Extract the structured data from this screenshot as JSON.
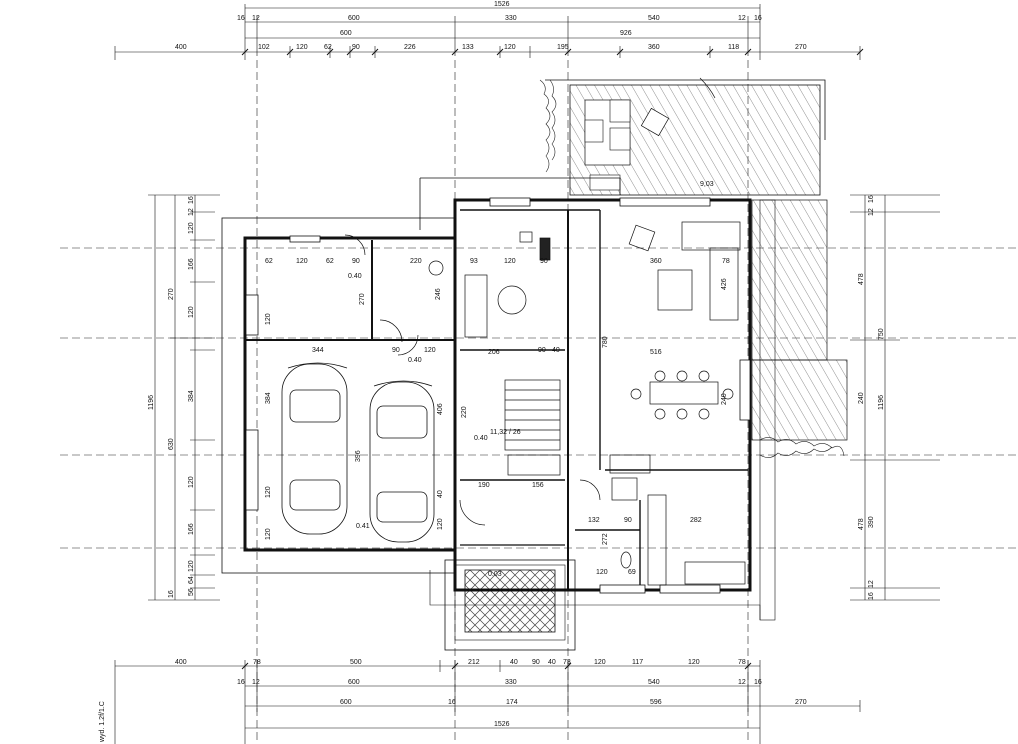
{
  "dims": {
    "top": {
      "row1": [
        "1526"
      ],
      "row2": [
        "16",
        "12",
        "600",
        "330",
        "540",
        "12",
        "16"
      ],
      "row3": [
        "600",
        "926"
      ],
      "row4": [
        "400",
        "102",
        "120",
        "62",
        "90",
        "226",
        "133",
        "120",
        "195",
        "360",
        "118",
        "270"
      ]
    },
    "bottom": {
      "row1": [
        "400",
        "78",
        "500",
        "212",
        "40",
        "90",
        "40",
        "73",
        "120",
        "117",
        "120",
        "78"
      ],
      "row2": [
        "16",
        "12",
        "600",
        "330",
        "540",
        "12",
        "16"
      ],
      "row3": [
        "600",
        "16",
        "174",
        "596",
        "270"
      ],
      "row4": [
        "1526"
      ]
    },
    "left": {
      "outer": "1196",
      "mid": [
        "270",
        "630"
      ],
      "inner": [
        "16",
        "12",
        "120",
        "166",
        "120",
        "384",
        "120",
        "166",
        "120",
        "64",
        "56",
        "16"
      ]
    },
    "right": {
      "outer": "1196",
      "mid": [
        "478",
        "750",
        "478"
      ],
      "inner": [
        "16",
        "12",
        "240",
        "390",
        "12",
        "16"
      ]
    },
    "interior": [
      "62",
      "120",
      "62",
      "90",
      "220",
      "93",
      "120",
      "90",
      "360",
      "78",
      "0.40",
      "270",
      "246",
      "120",
      "344",
      "90",
      "120",
      "0.40",
      "206",
      "90",
      "40",
      "516",
      "780",
      "384",
      "406",
      "220",
      "0.40",
      "190",
      "156",
      "132",
      "90",
      "282",
      "272",
      "396",
      "120",
      "69",
      "120",
      "0.41",
      "0.03",
      "11,32 / 26",
      "120",
      "40",
      "426",
      "120",
      "240",
      "9,03"
    ]
  },
  "note": "wyd. 1.2f/1.C"
}
